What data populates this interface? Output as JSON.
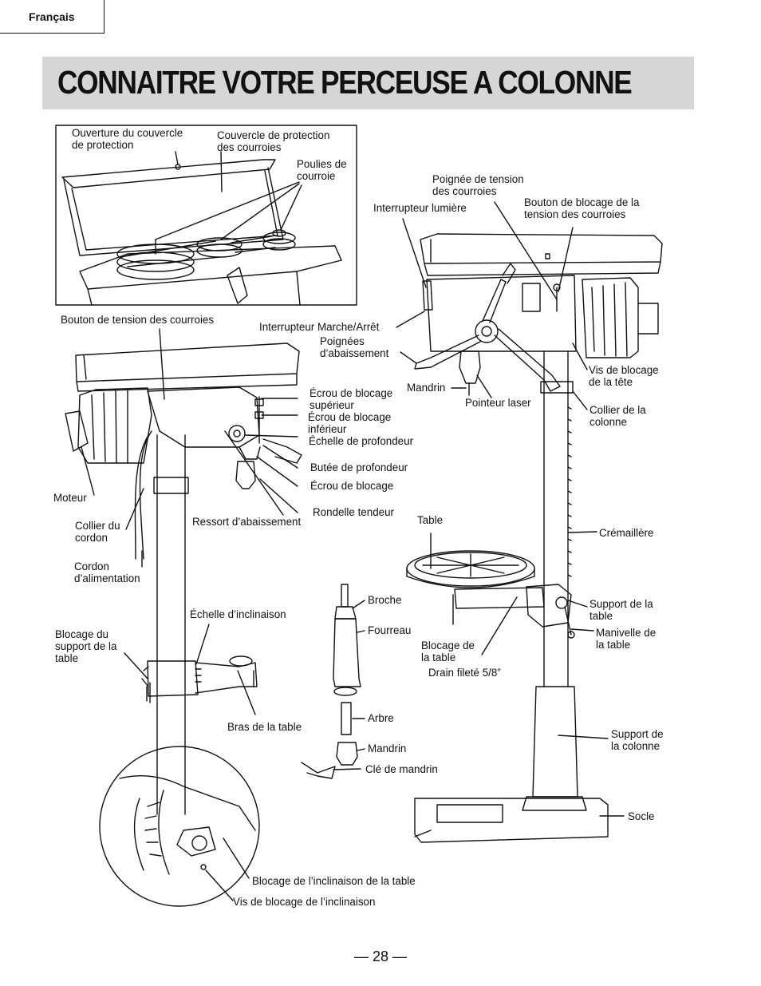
{
  "language_tab": "Français",
  "title": "CONNAITRE VOTRE PERCEUSE A COLONNE",
  "page_number": "— 28 —",
  "labels": {
    "cover_opening": "Ouverture du couvercle\nde protection",
    "belt_cover": "Couvercle de protection\ndes courroies",
    "belt_pulleys": "Poulies de\ncourroie",
    "belt_tension_handle": "Poignée de tension\ndes courroies",
    "light_switch": "Interrupteur lumière",
    "belt_tension_lock": "Bouton de blocage de la\ntension des courroies",
    "belt_tension_knob": "Bouton de tension des courroies",
    "on_off_switch": "Interrupteur Marche/Arrêt",
    "feed_handles": "Poignées\nd’abaissement",
    "upper_lock_nut": "Écrou de blocage\nsupérieur",
    "lower_lock_nut": "Écrou de blocage\ninférieur",
    "depth_scale": "Échelle de profondeur",
    "depth_stop": "Butée de profondeur",
    "lock_nut": "Écrou de blocage",
    "tension_washer": "Rondelle tendeur",
    "feed_spring": "Ressort d’abaissement",
    "motor": "Moteur",
    "cord_clamp": "Collier du\ncordon",
    "power_cord": "Cordon\nd’alimentation",
    "chuck_main": "Mandrin",
    "laser_pointer": "Pointeur laser",
    "head_lock_screws": "Vis de blocage\nde la tête",
    "column_collar": "Collier de la\ncolonne",
    "table": "Table",
    "rack": "Crémaillère",
    "spindle": "Broche",
    "quill": "Fourreau",
    "table_support": "Support de la\ntable",
    "table_crank": "Manivelle de\nla table",
    "table_lock": "Blocage de\nla table",
    "threaded_drain": "Drain fileté 5/8”",
    "tilt_scale": "Échelle d’inclinaison",
    "table_support_lock": "Blocage du\nsupport de la\ntable",
    "table_arm": "Bras de la table",
    "arbor": "Arbre",
    "chuck_small": "Mandrin",
    "chuck_key": "Clé de mandrin",
    "column_support": "Support de\nla colonne",
    "base": "Socle",
    "table_tilt_lock": "Blocage de l’inclinaison de la table",
    "tilt_lock_screw": "Vis de blocage de l’inclinaison"
  }
}
